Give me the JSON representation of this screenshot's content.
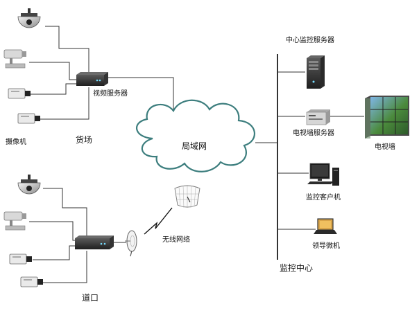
{
  "labels": {
    "video_server": "视频服务器",
    "camera": "摄像机",
    "cargo_yard": "货场",
    "lan": "局域网",
    "wireless_network": "无线网络",
    "road_crossing": "道口",
    "central_server": "中心监控服务器",
    "tv_wall_server": "电视墙服务器",
    "tv_wall": "电视墙",
    "monitor_client": "监控客户机",
    "leader_pc": "领导微机",
    "monitor_center": "监控中心"
  }
}
